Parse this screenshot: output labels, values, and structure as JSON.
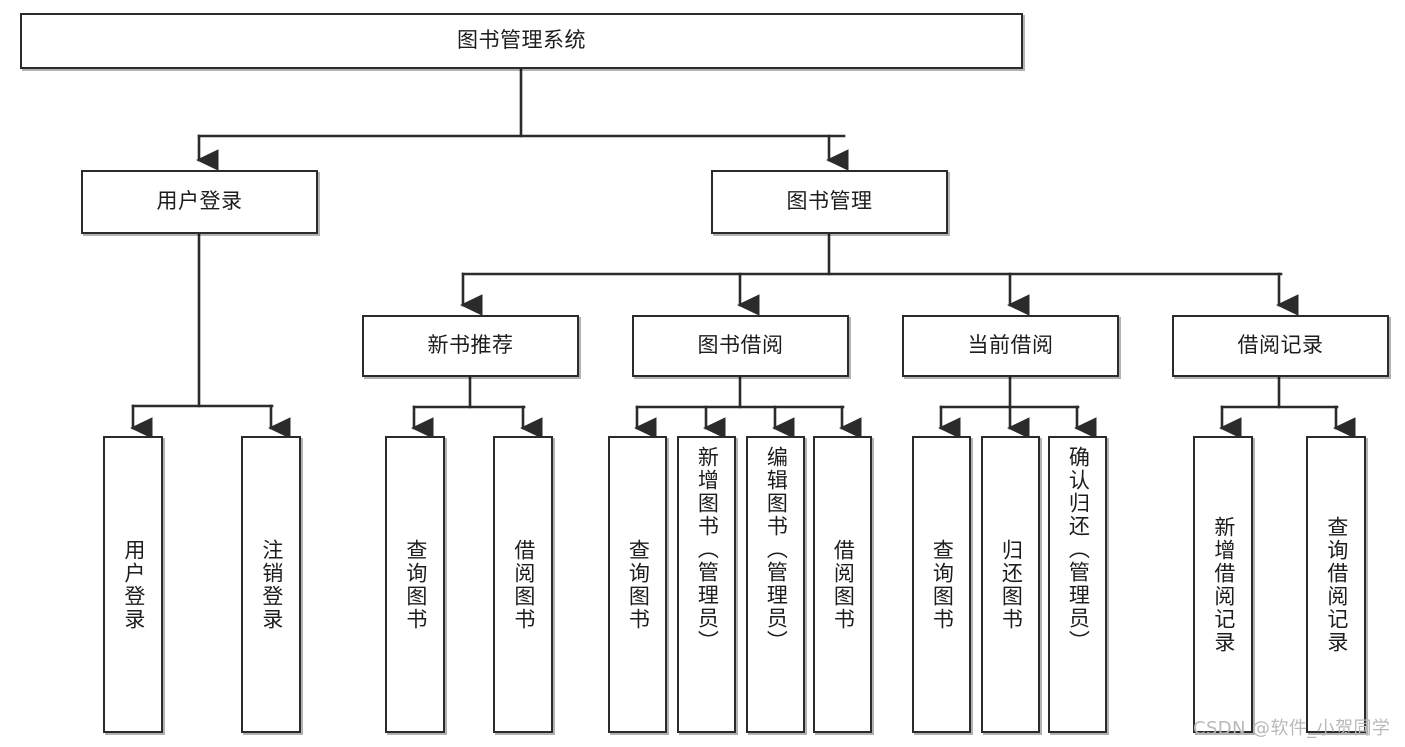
{
  "diagram": {
    "type": "tree-hierarchy-chart",
    "title": "图书管理系统",
    "watermark": "CSDN @软件_小贺同学",
    "colors": {
      "box_border": "#2b2b2b",
      "box_fill": "#ffffff",
      "edge": "#2b2b2b",
      "text": "#1d1d1d",
      "watermark": "#b9b9b9",
      "background": "#ffffff"
    }
  },
  "nodes": {
    "root": {
      "label": "图书管理系统"
    },
    "level2": [
      {
        "id": "user-login",
        "label": "用户登录"
      },
      {
        "id": "book-management",
        "label": "图书管理"
      }
    ],
    "level3": [
      {
        "id": "new-book-recommend",
        "label": "新书推荐"
      },
      {
        "id": "book-borrow",
        "label": "图书借阅"
      },
      {
        "id": "current-borrow",
        "label": "当前借阅"
      },
      {
        "id": "borrow-record",
        "label": "借阅记录"
      }
    ],
    "leaves": {
      "user_login": [
        {
          "id": "leaf-user-login",
          "label": "用户登录"
        },
        {
          "id": "leaf-logout-login",
          "label": "注销登录"
        }
      ],
      "new_book_recommend": [
        {
          "id": "leaf-query-book-1",
          "label": "查询图书"
        },
        {
          "id": "leaf-borrow-book-1",
          "label": "借阅图书"
        }
      ],
      "book_borrow": [
        {
          "id": "leaf-query-book-2",
          "label": "查询图书"
        },
        {
          "id": "leaf-add-book-admin",
          "label": "新增图书（管理员）"
        },
        {
          "id": "leaf-edit-book-admin",
          "label": "编辑图书（管理员）"
        },
        {
          "id": "leaf-borrow-book-2",
          "label": "借阅图书"
        }
      ],
      "current_borrow": [
        {
          "id": "leaf-query-book-3",
          "label": "查询图书"
        },
        {
          "id": "leaf-return-book",
          "label": "归还图书"
        },
        {
          "id": "leaf-confirm-return-admin",
          "label": "确认归还（管理员）"
        }
      ],
      "borrow_record": [
        {
          "id": "leaf-add-borrow-record",
          "label": "新增借阅记录"
        },
        {
          "id": "leaf-query-borrow-record",
          "label": "查询借阅记录"
        }
      ]
    }
  }
}
